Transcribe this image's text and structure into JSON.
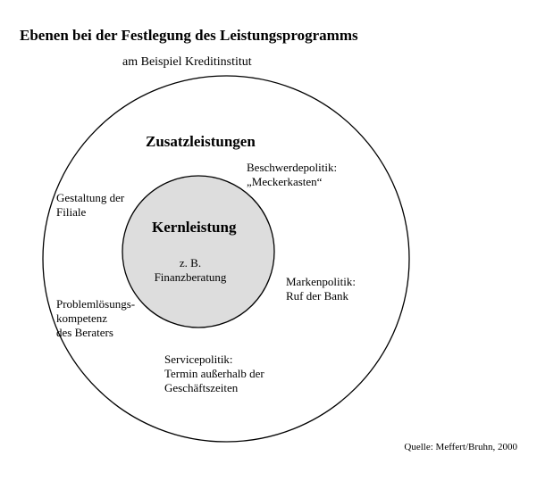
{
  "title": "Ebenen bei der Festlegung des Leistungsprogramms",
  "subtitle": "am Beispiel Kreditinstitut",
  "outer_circle": {
    "label": "Zusatzleistungen",
    "items": [
      {
        "text": "Beschwerdepolitik:\n„Meckerkasten“"
      },
      {
        "text": "Gestaltung der\nFiliale"
      },
      {
        "text": "Markenpolitik:\nRuf der Bank"
      },
      {
        "text": "Problemlösungs-\nkompetenz\ndes Beraters"
      },
      {
        "text": "Servicepolitik:\nTermin außerhalb der\nGeschäftszeiten"
      }
    ]
  },
  "inner_circle": {
    "label": "Kernleistung",
    "text": "z. B.\nFinanzberatung"
  },
  "source": "Quelle:  Meffert/Bruhn, 2000",
  "colors": {
    "inner_fill": "#dddddd",
    "stroke": "#000000",
    "background": "#ffffff"
  }
}
